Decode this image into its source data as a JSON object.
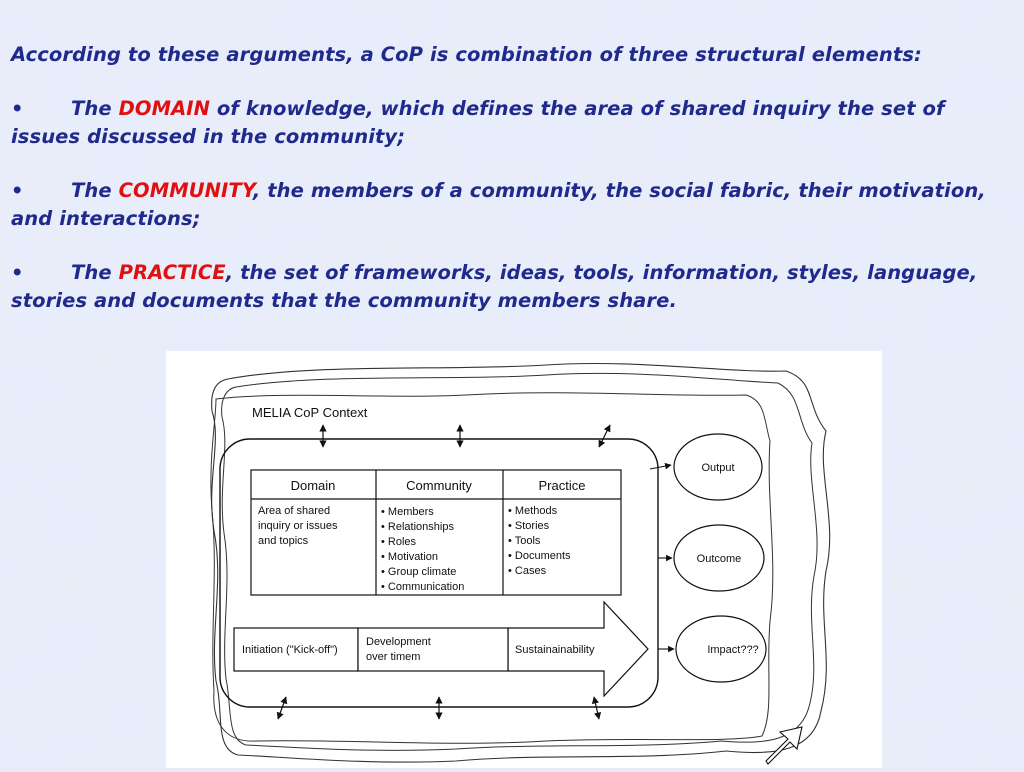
{
  "intro": "According to these arguments, a CoP is combination of three structural elements:",
  "bullets": [
    {
      "marker": "•",
      "prefix": "The ",
      "keyword": "DOMAIN",
      "rest": " of knowledge, which defines the area of shared inquiry the set of issues discussed in the community;"
    },
    {
      "marker": "•",
      "prefix": "The ",
      "keyword": "COMMUNITY",
      "rest": ", the members of a community, the social fabric, their motivation, and interactions;"
    },
    {
      "marker": "•",
      "prefix": "The ",
      "keyword": "PRACTICE",
      "rest": ", the set of frameworks, ideas, tools, information, styles, language, stories and documents that the community members share."
    }
  ],
  "colors": {
    "text": "#1f2a8c",
    "keyword": "#e01010"
  },
  "diagram": {
    "context_label": "MELIA CoP Context",
    "table": {
      "headers": [
        "Domain",
        "Community",
        "Practice"
      ],
      "domain_lines": [
        "Area of shared",
        "inquiry or issues",
        "and topics"
      ],
      "community_items": [
        "• Members",
        "• Relationships",
        "• Roles",
        "• Motivation",
        "• Group climate",
        "• Communication"
      ],
      "practice_items": [
        "• Methods",
        "• Stories",
        "• Tools",
        "• Documents",
        "• Cases"
      ]
    },
    "timeline": {
      "initiation": "Initiation (\"Kick-off\")",
      "development_lines": [
        "Development",
        "over timem"
      ],
      "sustainability": "Sustainainability"
    },
    "outcomes": [
      "Output",
      "Outcome",
      "Impact???"
    ]
  }
}
